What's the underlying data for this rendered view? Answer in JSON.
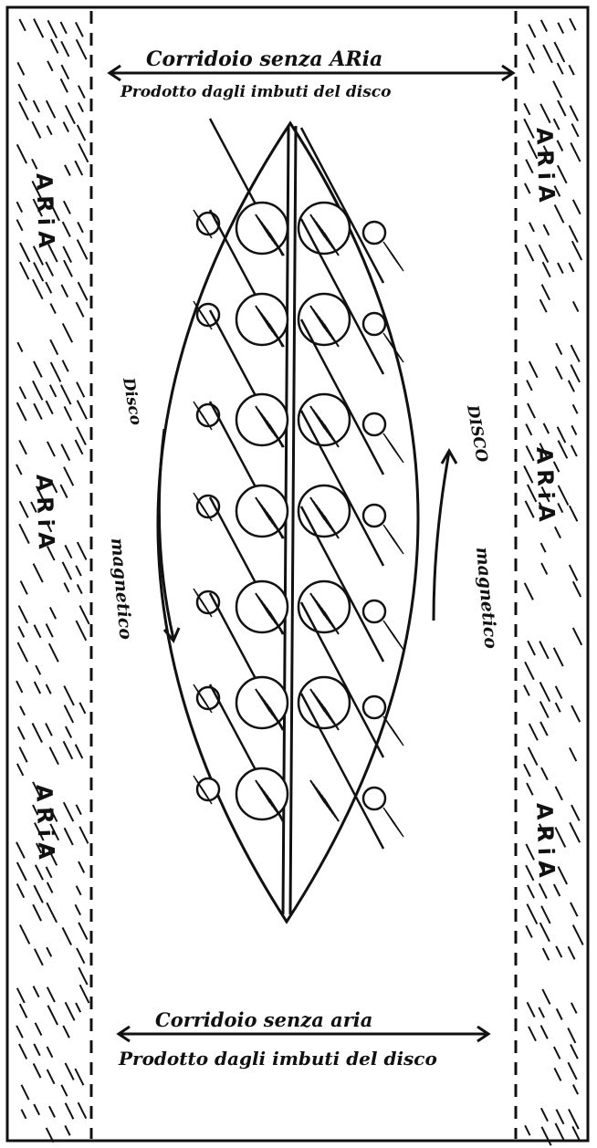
{
  "top_label": {
    "line1": "Corridoio senza ARia",
    "line2": "Prodotto dagli imbuti del disco"
  },
  "bottom_label": {
    "line1": "Corridoio senza aria",
    "line2": "Prodotto dagli imbuti del disco"
  },
  "air_labels": {
    "left": [
      "ARiA",
      "ARiA",
      "ARiA"
    ],
    "right": [
      "ARiA",
      "ARiA",
      "ARiA"
    ]
  },
  "disc_labels": {
    "left_disco": "Disco",
    "left_magnetico": "magnetico",
    "right_disco": "DISCO",
    "right_magnetico": "magnetico"
  },
  "colors": {
    "ink": "#111111",
    "paper": "#ffffff"
  }
}
